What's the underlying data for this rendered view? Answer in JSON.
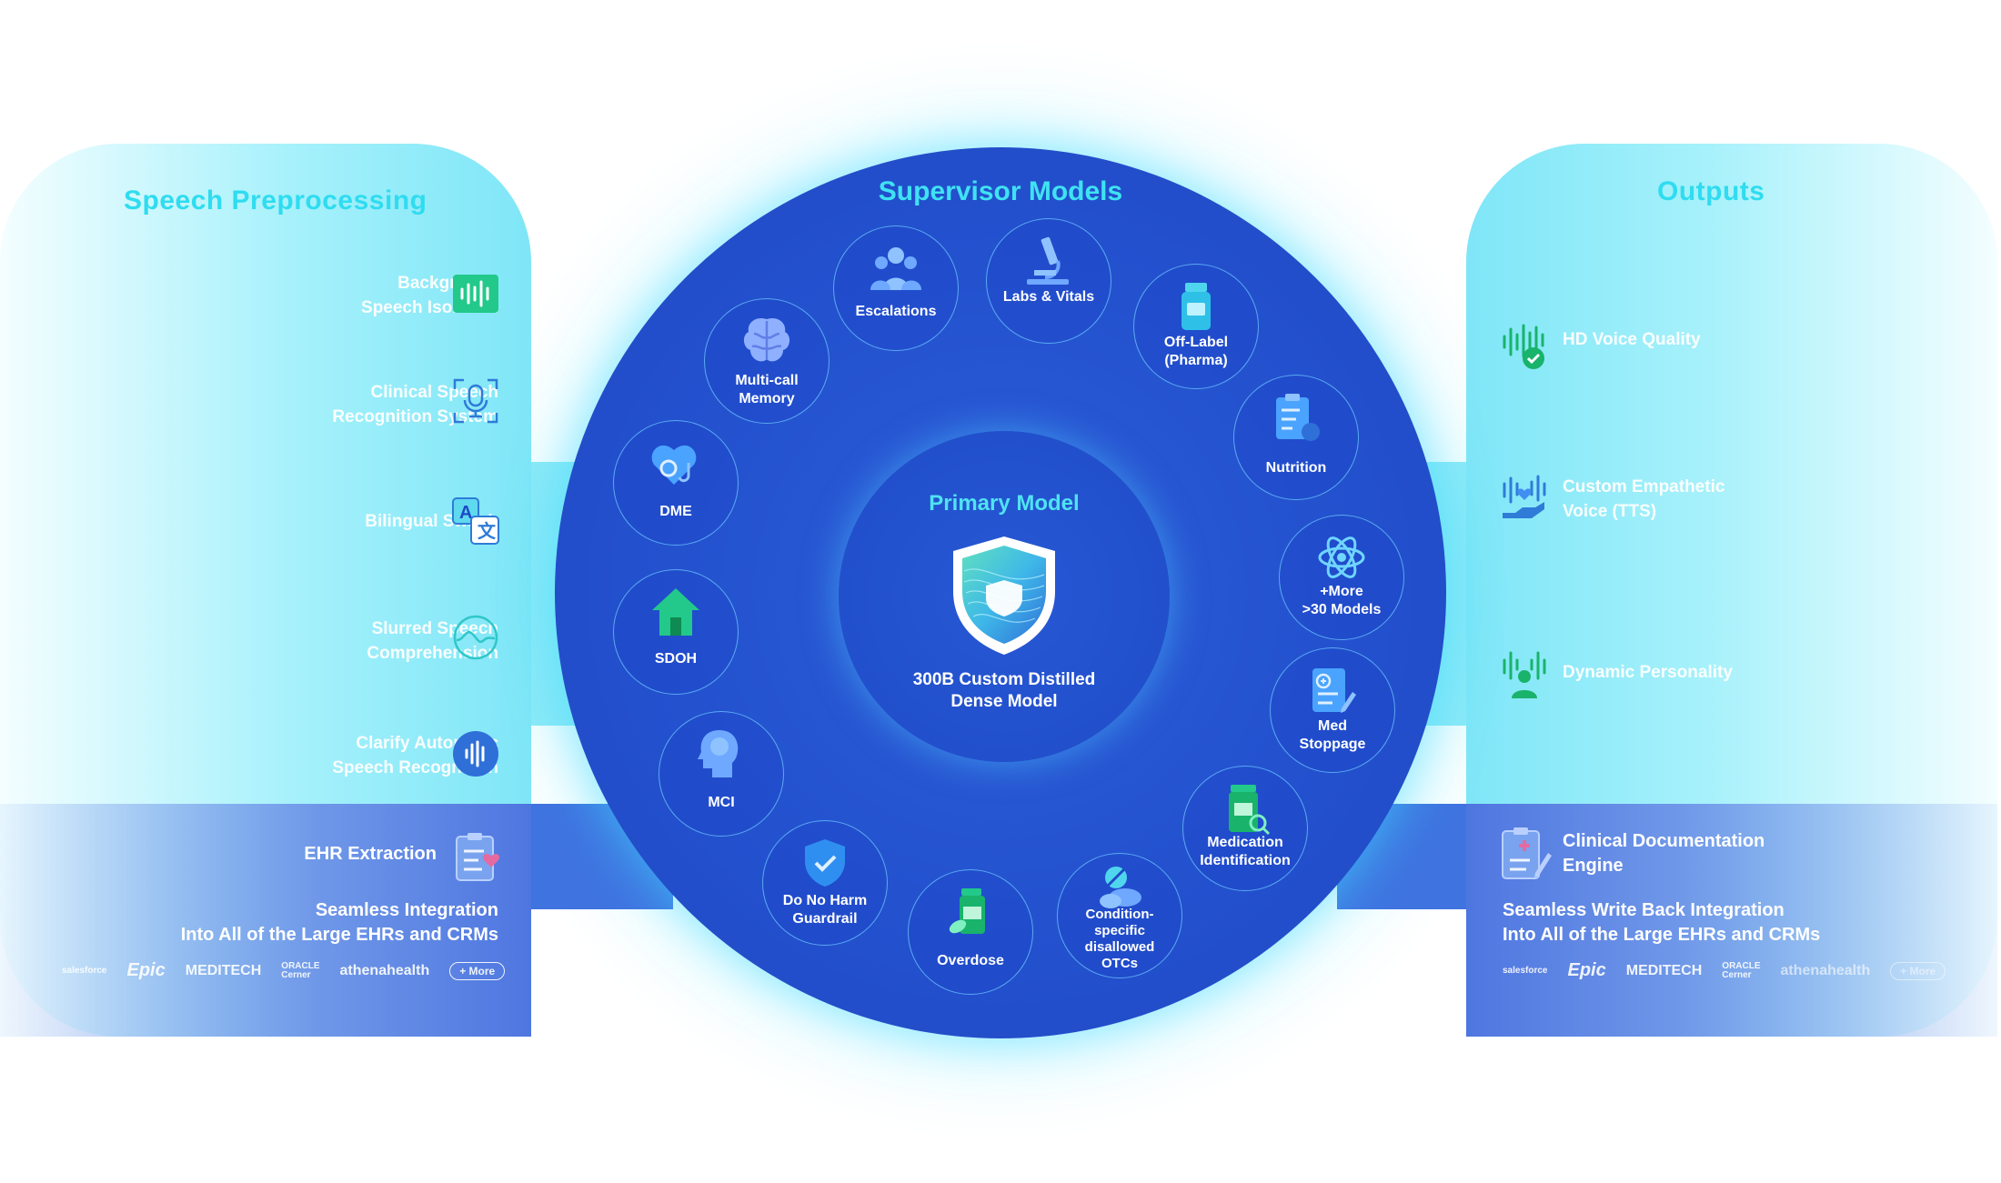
{
  "left_panel": {
    "title": "Speech Preprocessing",
    "items": [
      {
        "line1": "Background",
        "line2": "Speech Isolation",
        "icon": "waveform-icon"
      },
      {
        "line1": "Clinical Speech",
        "line2": "Recognition System",
        "icon": "microphone-icon"
      },
      {
        "line1": "Bilingual Switch",
        "line2": "",
        "icon": "translate-icon"
      },
      {
        "line1": "Slurred Speech",
        "line2": "Comprehension",
        "icon": "wave-circle-icon"
      },
      {
        "line1": "Clarify Automatic",
        "line2": "Speech Recognition",
        "icon": "voice-circle-icon"
      }
    ],
    "ehr_label": "EHR Extraction",
    "integration_line1": "Seamless Integration",
    "integration_line2": "Into All of the Large EHRs and CRMs",
    "logos": [
      "salesforce",
      "Epic",
      "MEDITECH",
      "ORACLE",
      "Cerner",
      "athenahealth",
      "+ More"
    ]
  },
  "center": {
    "supervisor_title": "Supervisor Models",
    "primary_title": "Primary Model",
    "primary_line1": "300B Custom Distilled",
    "primary_line2": "Dense Model",
    "nodes": [
      {
        "label1": "Escalations",
        "label2": "",
        "icon": "people-icon"
      },
      {
        "label1": "Labs & Vitals",
        "label2": "",
        "icon": "microscope-icon"
      },
      {
        "label1": "Off-Label",
        "label2": "(Pharma)",
        "icon": "pill-bottle-icon"
      },
      {
        "label1": "Nutrition",
        "label2": "",
        "icon": "clipboard-apple-icon"
      },
      {
        "label1": "+More",
        "label2": ">30 Models",
        "icon": "atom-icon"
      },
      {
        "label1": "Med",
        "label2": "Stoppage",
        "icon": "prescription-icon"
      },
      {
        "label1": "Medication",
        "label2": "Identification",
        "icon": "medicine-search-icon"
      },
      {
        "label1": "Condition-",
        "label2": "specific",
        "label3": "disallowed",
        "label4": "OTCs",
        "icon": "pills-icon"
      },
      {
        "label1": "Overdose",
        "label2": "",
        "icon": "medicine-bottle-icon"
      },
      {
        "label1": "Do No Harm",
        "label2": "Guardrail",
        "icon": "shield-check-icon"
      },
      {
        "label1": "MCI",
        "label2": "",
        "icon": "head-brain-icon"
      },
      {
        "label1": "SDOH",
        "label2": "",
        "icon": "house-icon"
      },
      {
        "label1": "DME",
        "label2": "",
        "icon": "heart-stethoscope-icon"
      },
      {
        "label1": "Multi-call",
        "label2": "Memory",
        "icon": "brain-icon"
      }
    ]
  },
  "right_panel": {
    "title": "Outputs",
    "items": [
      {
        "line1": "HD Voice Quality",
        "line2": "",
        "icon": "voice-check-icon"
      },
      {
        "line1": "Custom  Empathetic",
        "line2": "Voice (TTS)",
        "icon": "voice-hand-heart-icon"
      },
      {
        "line1": "Dynamic Personality",
        "line2": "",
        "icon": "voice-person-icon"
      }
    ],
    "doc_line1": "Clinical Documentation",
    "doc_line2": "Engine",
    "integration_line1": "Seamless Write Back Integration",
    "integration_line2": "Into All of the Large EHRs and CRMs",
    "logos": [
      "salesforce",
      "Epic",
      "MEDITECH",
      "ORACLE",
      "Cerner",
      "athenahealth",
      "+ More"
    ]
  },
  "colors": {
    "accent_cyan": "#3fe2f2",
    "circle_blue": "#2452cf",
    "panel_cyan": "#a6f1fb"
  }
}
